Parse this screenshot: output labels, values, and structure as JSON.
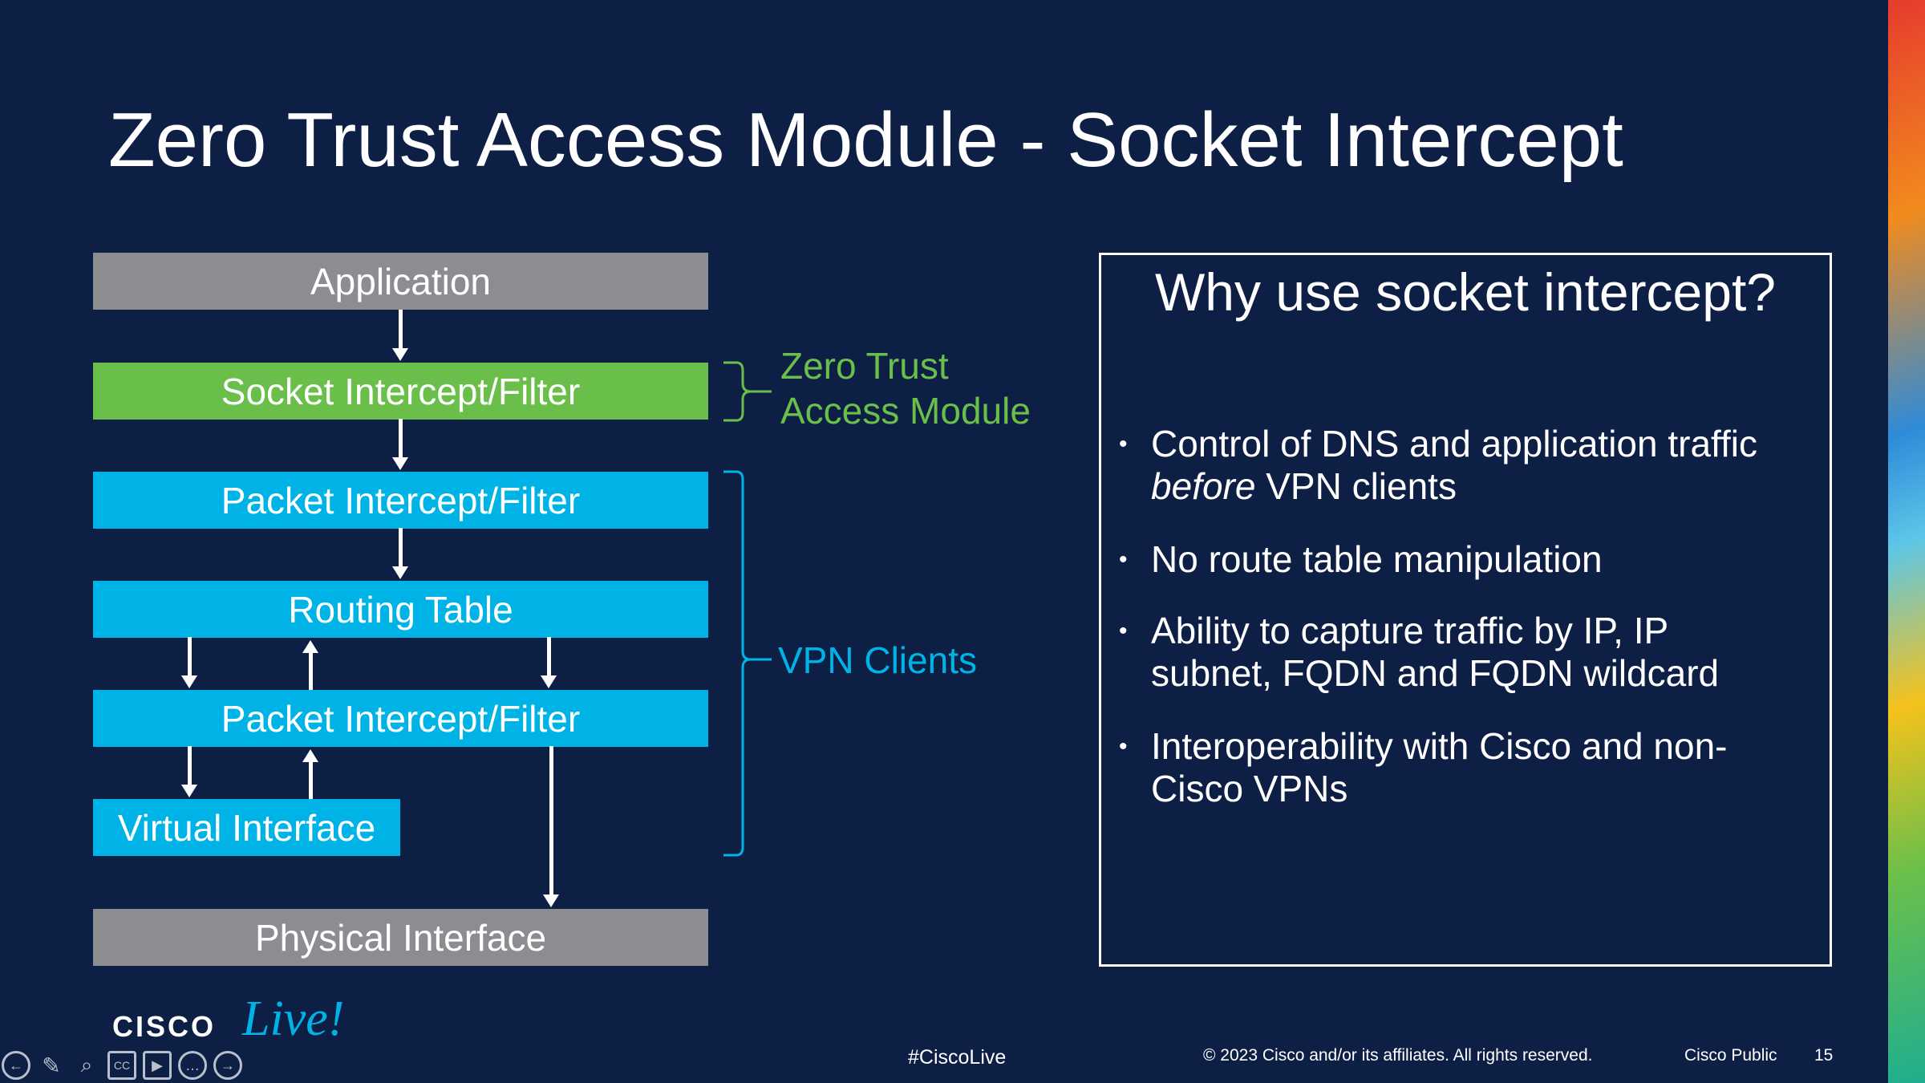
{
  "slide": {
    "title": "Zero Trust Access Module - Socket Intercept",
    "page_number": "15"
  },
  "diagram": {
    "boxes": [
      "Application",
      "Socket Intercept/Filter",
      "Packet Intercept/Filter",
      "Routing Table",
      "Packet Intercept/Filter",
      "Virtual Interface",
      "Physical Interface"
    ],
    "ztam_label_line1": "Zero Trust",
    "ztam_label_line2": "Access Module",
    "vpn_label": "VPN Clients"
  },
  "panel": {
    "heading": "Why use socket intercept?",
    "bullets": [
      {
        "italic": "",
        "text": "Control of DNS and application traffic",
        "line2_italic": "before",
        "line2": " VPN clients"
      },
      {
        "text": "No route table manipulation"
      },
      {
        "text": "Ability to capture traffic by IP, IP",
        "line2": "subnet, FQDN and FQDN wildcard"
      },
      {
        "text": "Interoperability with Cisco and non-",
        "line2": "Cisco VPNs"
      }
    ]
  },
  "footer": {
    "hashtag": "#CiscoLive",
    "copyright": "© 2023  Cisco and/or its affiliates. All rights reserved.",
    "classification": "Cisco Public",
    "logo_text": "CISCO Live!"
  },
  "toolbar": {
    "icons": [
      "arrow-left-icon",
      "pen-icon",
      "zoom-icon",
      "cc-icon",
      "camera-icon",
      "more-icon",
      "arrow-right-icon"
    ],
    "cc_label": "CC"
  },
  "colors": {
    "background": "#0e1f45",
    "green": "#6abf4b",
    "blue": "#00b3e6",
    "gray": "#8b8d90"
  }
}
